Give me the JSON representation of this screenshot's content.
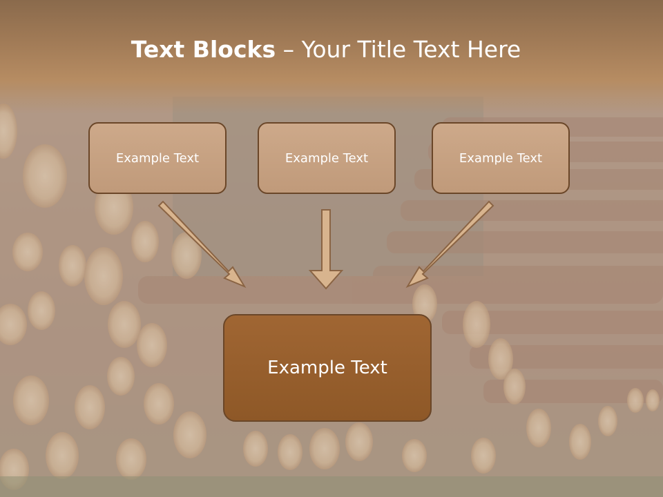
{
  "slide": {
    "title_bold": "Text Blocks",
    "title_sep": " – ",
    "title_rest": "Your Title Text Here"
  },
  "blocks": {
    "top": [
      "Example Text",
      "Example Text",
      "Example Text"
    ],
    "main": "Example Text"
  },
  "colors": {
    "title_band": "#a07a56",
    "small_box": "#c8a384",
    "main_box": "#985f2d",
    "border": "#6a4628",
    "arrow": "#d8b48e"
  }
}
